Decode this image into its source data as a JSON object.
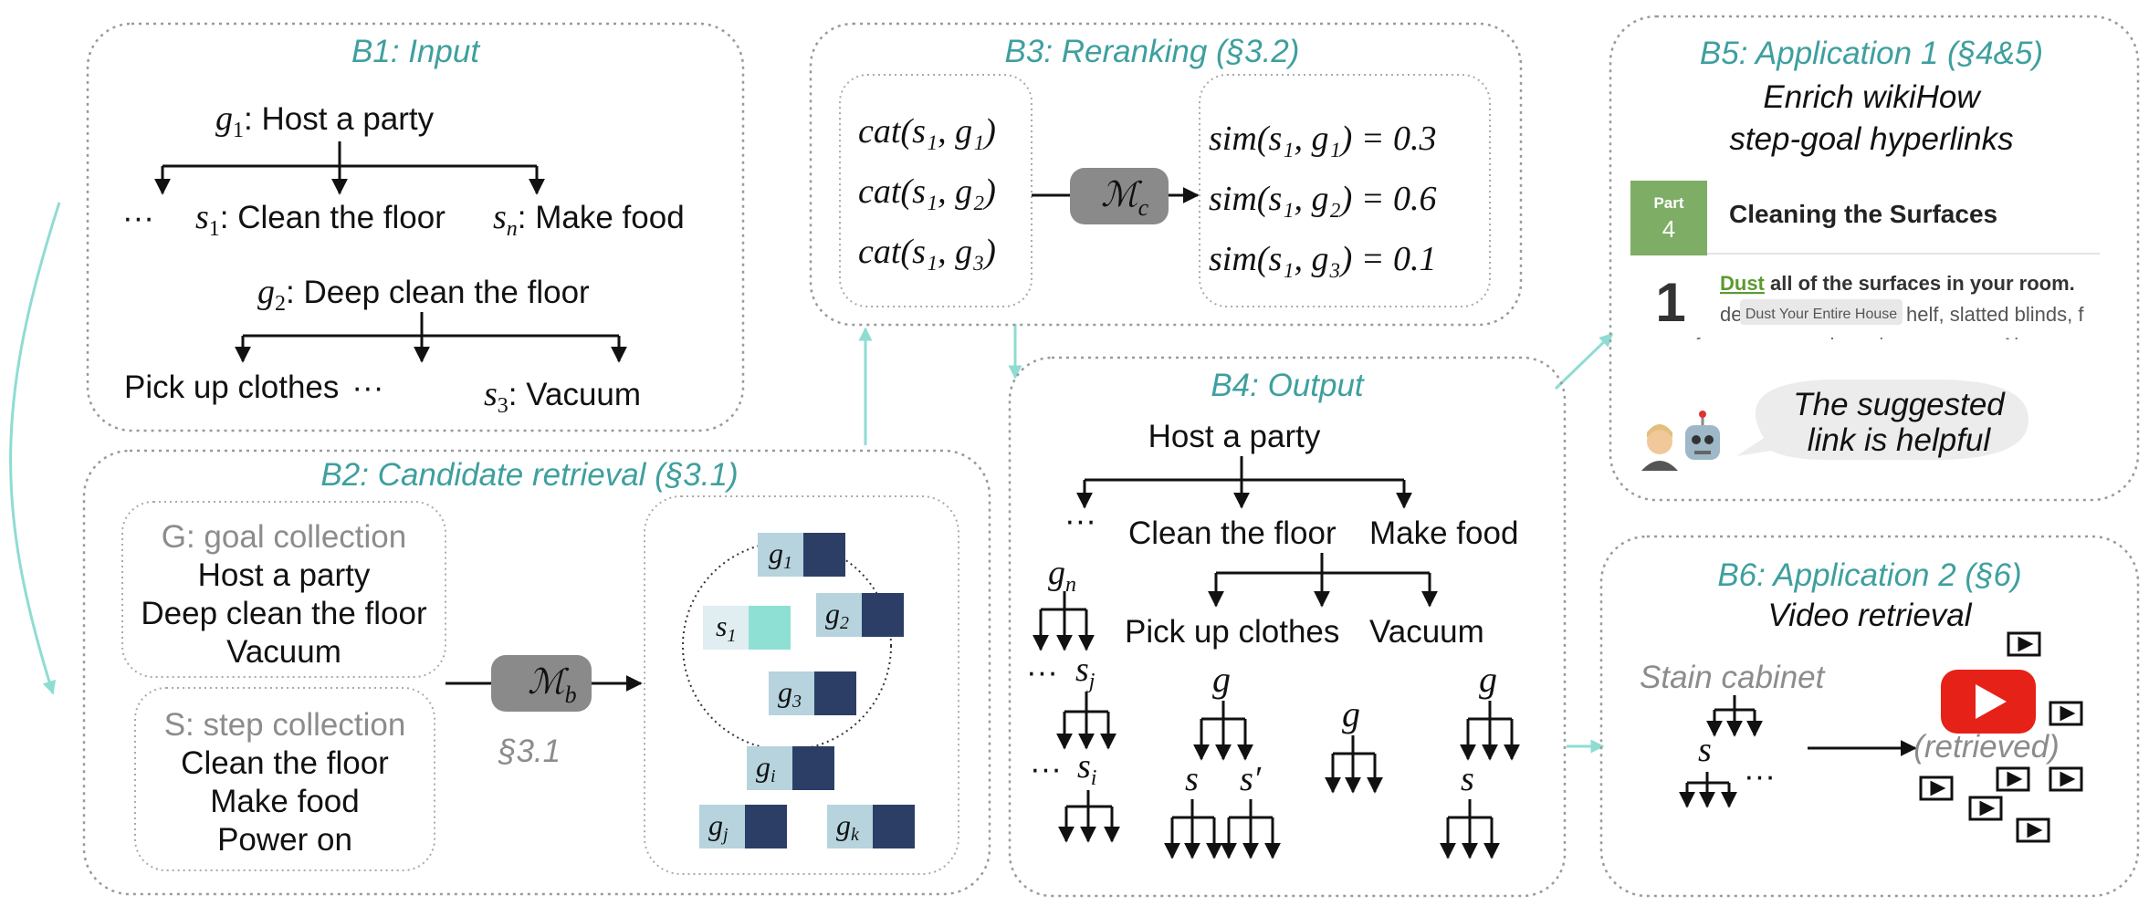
{
  "b1": {
    "title": "B1: Input",
    "g1_rest": ": Host a party",
    "ellipsis": "···",
    "s1_rest": ": Clean the floor",
    "sn_rest": ": Make food",
    "g2_rest": ": Deep clean the floor",
    "pickup": "Pick up clothes",
    "s3_rest": ": Vacuum"
  },
  "b2": {
    "title": "B2: Candidate retrieval (§3.1)",
    "goal_header": "G: goal collection",
    "goal_items": [
      "Host a party",
      "Deep clean the floor",
      "Vacuum"
    ],
    "step_header": "S: step collection",
    "step_items": [
      "Clean the floor",
      "Make food",
      "Power on"
    ],
    "model_sub": "b",
    "section_ref": "§3.1"
  },
  "b3": {
    "title": "B3: Reranking (§3.2)",
    "cat_lines": [
      "cat(s₁, g₁)",
      "cat(s₁, g₂)",
      "cat(s₁, g₃)"
    ],
    "sim_lines": [
      "sim(s₁, g₁) = 0.3",
      "sim(s₁, g₂) = 0.6",
      "sim(s₁, g₃) = 0.1"
    ],
    "model_sub": "c"
  },
  "b4": {
    "title": "B4: Output",
    "root": "Host a party",
    "ellipsis": "···",
    "clean": "Clean the floor",
    "make": "Make food",
    "pickup": "Pick up clothes",
    "vacuum": "Vacuum"
  },
  "b5": {
    "title": "B5: Application 1 (§4&5)",
    "subtitle1": "Enrich wikiHow",
    "subtitle2": "step-goal hyperlinks",
    "part_label": "Part",
    "part_number": "4",
    "section_heading": "Cleaning the Surfaces",
    "step_number": "1",
    "link_word": "Dust",
    "step_rest": " all of the surfaces in your room.",
    "line2_start": "de",
    "line2_end": "helf, slatted blinds, f",
    "tooltip": "Dust Your Entire House",
    "line3": "surfaces you may have in your room. Always s",
    "bubble_line1": "The suggested",
    "bubble_line2": "link is helpful",
    "colors": {
      "part_badge": "#7ead66",
      "link": "#5c9a2f"
    }
  },
  "b6": {
    "title": "B6: Application 2 (§6)",
    "subtitle": "Video retrieval",
    "query": "Stain cabinet",
    "ellipsis": "···",
    "retrieved": "(retrieved)",
    "colors": {
      "play": "#e62117"
    }
  },
  "colors": {
    "title": "#3f9f9f",
    "arrow": "#8fdcd3",
    "dark_block": "#2c3e66",
    "light_block": "#b6d3de",
    "query_block": "#8ee0d4",
    "model": "#8a8a8a"
  }
}
